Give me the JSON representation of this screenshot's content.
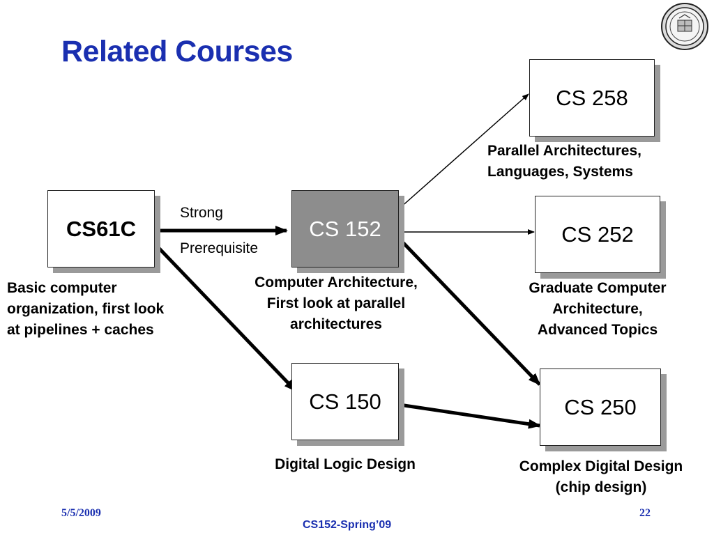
{
  "slide": {
    "title": "Related Courses"
  },
  "courses": {
    "cs61c": {
      "label": "CS61C",
      "caption": "Basic computer\norganization, first look\nat pipelines + caches"
    },
    "cs152": {
      "label": "CS 152",
      "caption": "Computer Architecture,\nFirst look at parallel\narchitectures"
    },
    "cs150": {
      "label": "CS 150",
      "caption": "Digital Logic Design"
    },
    "cs258": {
      "label": "CS 258",
      "caption": "Parallel Architectures,\nLanguages, Systems"
    },
    "cs252": {
      "label": "CS 252",
      "caption": "Graduate Computer\nArchitecture,\nAdvanced Topics"
    },
    "cs250": {
      "label": "CS 250",
      "caption": "Complex Digital Design\n(chip design)"
    }
  },
  "legend": {
    "strong_line1": "Strong",
    "strong_line2": "Prerequisite"
  },
  "footer": {
    "date": "5/5/2009",
    "course": "CS152-Spring’09",
    "page": "22"
  },
  "colors": {
    "title": "#1a2fb0",
    "center_box": "#8d8d8d",
    "shadow": "#9a9a9a"
  },
  "icons": {
    "seal": "university-seal-icon"
  }
}
